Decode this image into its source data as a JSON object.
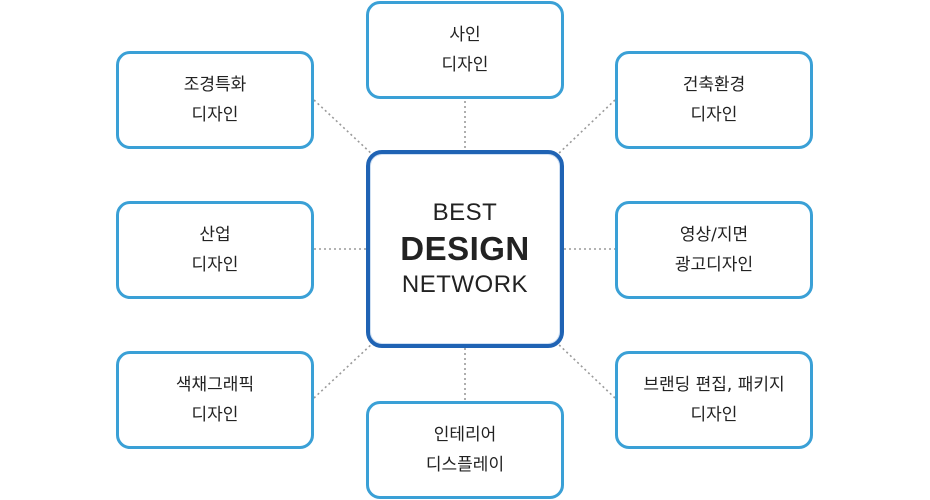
{
  "hub": {
    "line1": "BEST",
    "line2": "DESIGN",
    "line3": "NETWORK"
  },
  "nodes": {
    "top": {
      "line1": "사인",
      "line2": "디자인"
    },
    "top_left": {
      "line1": "조경특화",
      "line2": "디자인"
    },
    "top_right": {
      "line1": "건축환경",
      "line2": "디자인"
    },
    "middle_left": {
      "line1": "산업",
      "line2": "디자인"
    },
    "middle_right": {
      "line1": "영상/지면",
      "line2": "광고디자인"
    },
    "bottom_left": {
      "line1": "색채그래픽",
      "line2": "디자인"
    },
    "bottom_right": {
      "line1": "브랜딩 편집, 패키지",
      "line2": "디자인"
    },
    "bottom": {
      "line1": "인테리어",
      "line2": "디스플레이"
    }
  },
  "colors": {
    "node_border": "#3aa0d6",
    "hub_border": "#1f63b4",
    "connector": "#9a9a9a",
    "text": "#222222"
  }
}
